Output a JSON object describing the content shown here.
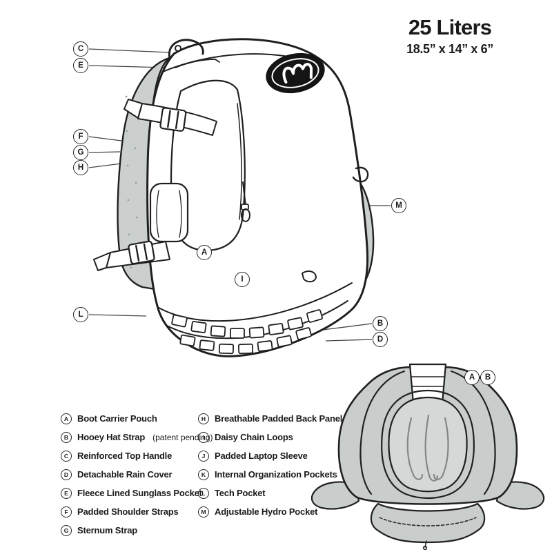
{
  "header": {
    "title": "25 Liters",
    "dimensions": "18.5” x 14” x 6”"
  },
  "diagram": {
    "callouts": {
      "a": "A",
      "b": "B",
      "c": "C",
      "d": "D",
      "e": "E",
      "f": "F",
      "g": "G",
      "h": "H",
      "i": "I",
      "l": "L",
      "m": "M"
    },
    "back_callouts": {
      "a": "A",
      "b": "B"
    }
  },
  "legend": {
    "items_left": [
      {
        "letter": "A",
        "label": "Boot Carrier Pouch"
      },
      {
        "letter": "B",
        "label": "Hooey Hat Strap",
        "note": "(patent pending)"
      },
      {
        "letter": "C",
        "label": "Reinforced Top Handle"
      },
      {
        "letter": "D",
        "label": "Detachable Rain Cover"
      },
      {
        "letter": "E",
        "label": "Fleece Lined Sunglass Pocket"
      },
      {
        "letter": "F",
        "label": "Padded Shoulder Straps"
      },
      {
        "letter": "G",
        "label": "Sternum Strap"
      }
    ],
    "items_right": [
      {
        "letter": "H",
        "label": "Breathable Padded Back Panel"
      },
      {
        "letter": "I",
        "label": "Daisy Chain Loops"
      },
      {
        "letter": "J",
        "label": "Padded Laptop Sleeve"
      },
      {
        "letter": "K",
        "label": "Internal Organization Pockets"
      },
      {
        "letter": "L",
        "label": "Tech Pocket"
      },
      {
        "letter": "M",
        "label": "Adjustable Hydro Pocket"
      }
    ]
  },
  "colors": {
    "ink": "#1f1f1f",
    "shade": "#cbd0cf",
    "pad": "#d5d8d7",
    "logo": "#141414"
  }
}
